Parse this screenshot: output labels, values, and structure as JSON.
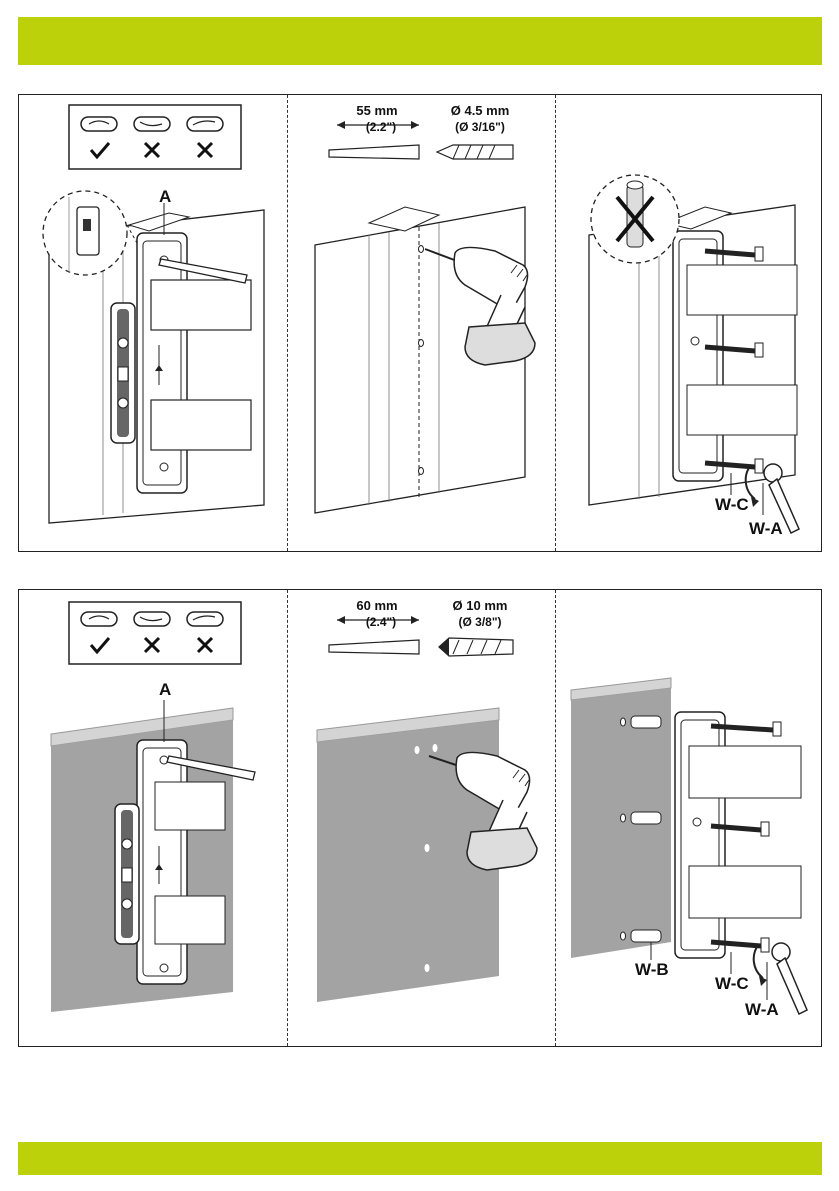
{
  "step1": {
    "label_a": "A",
    "drill": {
      "depth_mm": "55 mm",
      "depth_in": "(2.2\")",
      "diameter_mm": "Ø 4.5 mm",
      "diameter_in": "(Ø 3/16\")"
    },
    "label_wc": "W-C",
    "label_wa": "W-A"
  },
  "step2": {
    "label_a": "A",
    "drill": {
      "depth_mm": "60 mm",
      "depth_in": "(2.4\")",
      "diameter_mm": "Ø 10 mm",
      "diameter_in": "(Ø 3/8\")"
    },
    "label_wb": "W-B",
    "label_wc": "W-C",
    "label_wa": "W-A"
  },
  "colors": {
    "accent_band": "#bdd10a",
    "masonry_wall": "#a3a3a3",
    "masonry_top": "#d4d4d4"
  }
}
